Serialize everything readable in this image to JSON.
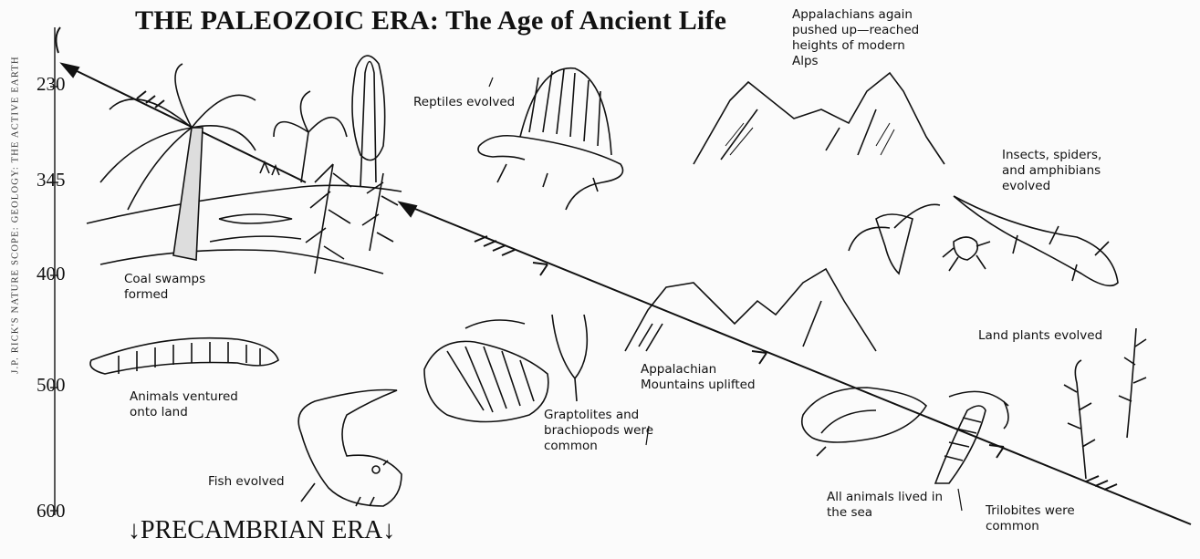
{
  "title": "THE PALEOZOIC ERA: The Age of Ancient Life",
  "footer": "PRECAMBRIAN ERA",
  "source_credit": "J.P. RICK'S NATURE SCOPE: GEOLOGY: THE ACTIVE EARTH",
  "time_scale": [
    "230",
    "345",
    "400",
    "500",
    "600"
  ],
  "labels": {
    "appalachians_again": "Appalachians again\npushed up—reached\nheights of modern\nAlps",
    "reptiles": "Reptiles evolved",
    "insects": "Insects, spiders,\nand amphibians\nevolved",
    "coal_swamps": "Coal swamps\nformed",
    "land_plants": "Land plants evolved",
    "animals_land": "Animals ventured\nonto land",
    "appalachian_uplift": "Appalachian\nMountains uplifted",
    "graptolites": "Graptolites and\nbrachiopods were\ncommon",
    "fish": "Fish evolved",
    "all_animals_sea": "All animals lived in\nthe sea",
    "trilobites": "Trilobites were\ncommon"
  }
}
